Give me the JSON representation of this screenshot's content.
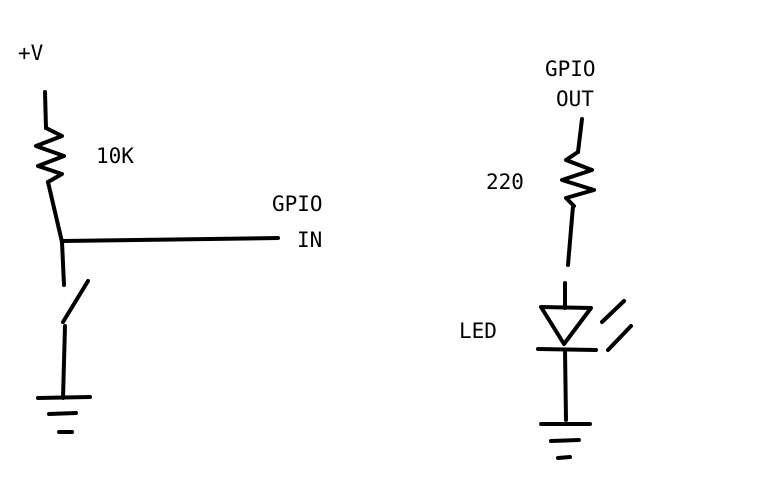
{
  "input_circuit": {
    "supply_label": "+V",
    "resistor_label": "10K",
    "gpio_label_line1": "GPIO",
    "gpio_label_line2": "IN"
  },
  "output_circuit": {
    "gpio_label_line1": "GPIO",
    "gpio_label_line2": "OUT",
    "resistor_label": "220",
    "led_label": "LED"
  }
}
